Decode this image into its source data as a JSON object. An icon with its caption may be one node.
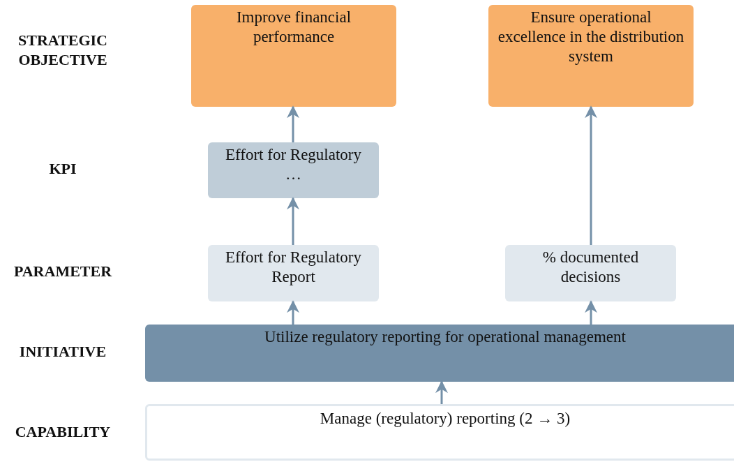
{
  "diagram": {
    "nodes": [
      {
        "text": [
          "Improve financial performance"
        ]
      },
      {
        "text": [
          "Ensure operational excellence in the distribution system"
        ]
      },
      {
        "text": [
          "Effort for Regulatory …"
        ]
      },
      {
        "text": [
          "Effort for Regulatory Report"
        ]
      },
      {
        "text": [
          "% documented decisions"
        ]
      },
      {
        "text": [
          "Utilize regulatory reporting for operational management"
        ]
      },
      {
        "text": [
          "Manage (regulatory) reporting (2 → 3)"
        ]
      }
    ],
    "edges": [
      {
        "from": 3,
        "to": 2,
        "arrow": "to"
      },
      {
        "from": 2,
        "to": 0,
        "arrow": "to"
      },
      {
        "from": 4,
        "to": 1,
        "arrow": "to"
      },
      {
        "from": 5,
        "to": 3,
        "arrow": "to"
      },
      {
        "from": 5,
        "to": 4,
        "arrow": "to"
      },
      {
        "from": 6,
        "to": 5,
        "arrow": "to"
      }
    ],
    "labels": [
      "STRATEGIC OBJECTIVE",
      "KPI",
      "PARAMETER",
      "INITIATIVE",
      "CAPABILITY"
    ]
  }
}
